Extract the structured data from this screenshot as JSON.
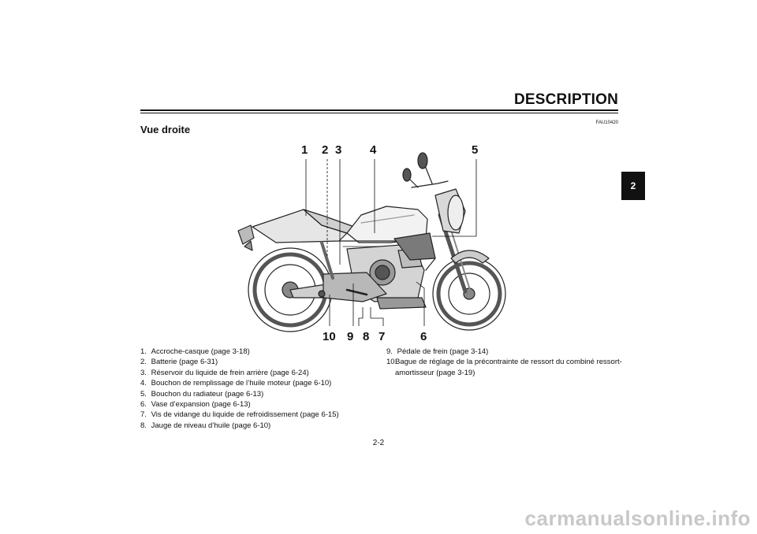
{
  "header": {
    "title": "DESCRIPTION",
    "doc_code": "FAU10420"
  },
  "section": {
    "title": "Vue droite",
    "chapter_tab": "2"
  },
  "diagram": {
    "callouts_top": [
      "1",
      "2",
      "3",
      "4",
      "5"
    ],
    "callouts_bottom": [
      "10",
      "9",
      "8",
      "7",
      "6"
    ]
  },
  "legend": {
    "left": [
      {
        "num": "1.",
        "text": "Accroche-casque (page 3-18)"
      },
      {
        "num": "2.",
        "text": "Batterie (page 6-31)"
      },
      {
        "num": "3.",
        "text": "Réservoir du liquide de frein arrière (page 6-24)"
      },
      {
        "num": "4.",
        "text": "Bouchon de remplissage de l’huile moteur (page 6-10)"
      },
      {
        "num": "5.",
        "text": "Bouchon du radiateur (page 6-13)"
      },
      {
        "num": "6.",
        "text": "Vase d’expansion (page 6-13)"
      },
      {
        "num": "7.",
        "text": "Vis de vidange du liquide de refroidissement (page 6-15)"
      },
      {
        "num": "8.",
        "text": "Jauge de niveau d’huile (page 6-10)"
      }
    ],
    "right": [
      {
        "num": "9.",
        "text": "Pédale de frein (page 3-14)"
      },
      {
        "num": "10.",
        "text": "Bague de réglage de la précontrainte de ressort du combiné ressort-amortisseur (page 3-19)"
      }
    ]
  },
  "footer": {
    "page_number": "2-2",
    "watermark": "carmanualsonline.info"
  }
}
